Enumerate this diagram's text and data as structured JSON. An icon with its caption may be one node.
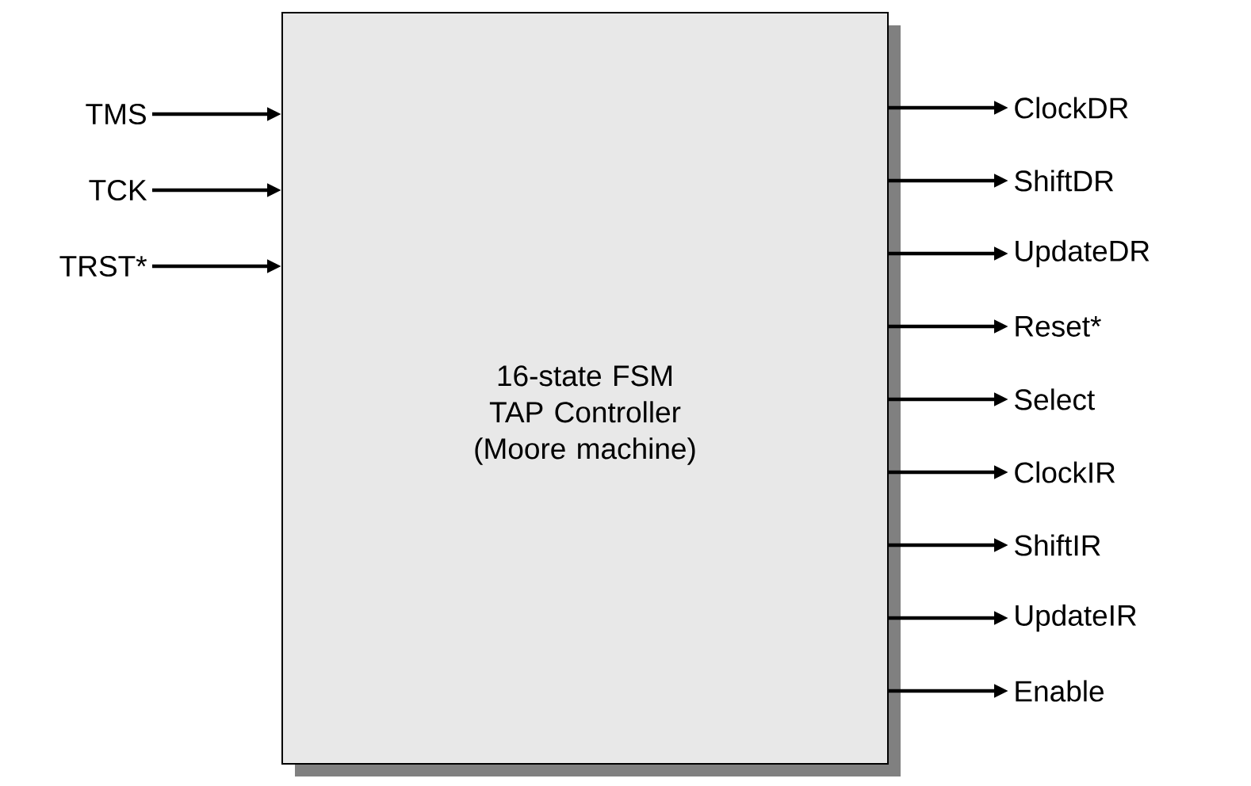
{
  "diagram": {
    "nodes": [
      {
        "text": [
          "16-state FSM TAP Controller (Moore machine)"
        ]
      },
      {
        "text": [
          "TMS"
        ]
      },
      {
        "text": [
          "TCK"
        ]
      },
      {
        "text": [
          "TRST*"
        ]
      },
      {
        "text": [
          "ClockDR"
        ]
      },
      {
        "text": [
          "ShiftDR"
        ]
      },
      {
        "text": [
          "UpdateDR"
        ]
      },
      {
        "text": [
          "Reset*"
        ]
      },
      {
        "text": [
          "Select"
        ]
      },
      {
        "text": [
          "ClockIR"
        ]
      },
      {
        "text": [
          "ShiftIR"
        ]
      },
      {
        "text": [
          "UpdateIR"
        ]
      },
      {
        "text": [
          "Enable"
        ]
      }
    ],
    "edges": [
      {
        "from": 1,
        "to": 0,
        "arrow": "to"
      },
      {
        "from": 2,
        "to": 0,
        "arrow": "to"
      },
      {
        "from": 3,
        "to": 0,
        "arrow": "to"
      },
      {
        "from": 0,
        "to": 4,
        "arrow": "to"
      },
      {
        "from": 0,
        "to": 5,
        "arrow": "to"
      },
      {
        "from": 0,
        "to": 6,
        "arrow": "to"
      },
      {
        "from": 0,
        "to": 7,
        "arrow": "to"
      },
      {
        "from": 0,
        "to": 8,
        "arrow": "to"
      },
      {
        "from": 0,
        "to": 9,
        "arrow": "to"
      },
      {
        "from": 0,
        "to": 10,
        "arrow": "to"
      },
      {
        "from": 0,
        "to": 11,
        "arrow": "to"
      },
      {
        "from": 0,
        "to": 12,
        "arrow": "to"
      }
    ]
  }
}
